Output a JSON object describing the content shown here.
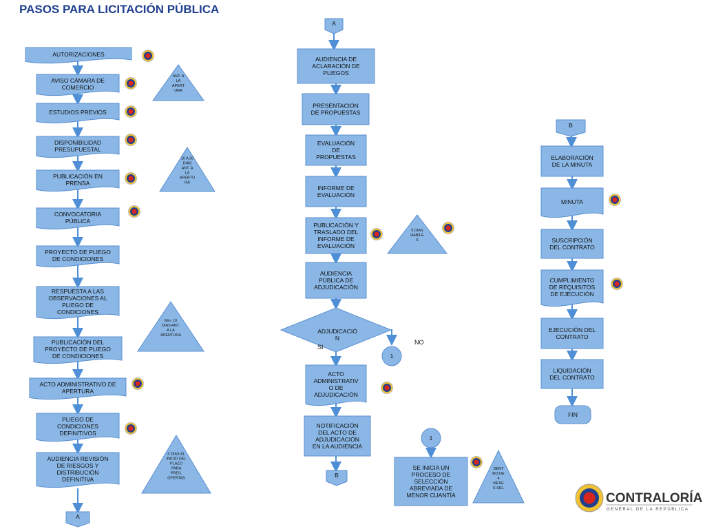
{
  "title": "PASOS PARA LICITACIÓN PÚBLICA",
  "colors": {
    "box_fill": "#8ab7e6",
    "box_stroke": "#5a8fd0",
    "arrow": "#4f8fd6",
    "title": "#1f3f8f"
  },
  "col1": [
    {
      "lines": [
        "AUTORIZACIONES"
      ],
      "seal": true
    },
    {
      "lines": [
        "AVISO CÁMARA DE",
        "COMERCIO"
      ],
      "seal": true
    },
    {
      "lines": [
        "ESTUDIOS PREVIOS"
      ],
      "seal": true
    },
    {
      "lines": [
        "DISPONIBILIDAD",
        "PRESUPUESTAL"
      ],
      "seal": true
    },
    {
      "lines": [
        "PUBLICACIÓN EN",
        "PRENSA"
      ],
      "seal": true
    },
    {
      "lines": [
        "CONVOCATORIA",
        "PÚBLICA"
      ],
      "seal": true
    },
    {
      "lines": [
        "PROYECTO DE PLIEGO",
        "DE CONDICIONES"
      ],
      "seal": false
    },
    {
      "lines": [
        "RESPUESTA A LAS",
        "OBSERVACIONES AL",
        "PLIEGO DE",
        "CONDICIONES"
      ],
      "seal": false
    },
    {
      "lines": [
        "PUBLICACIÓN DEL",
        "PROYECTO DE PLIEGO",
        "DE CONDICIONES"
      ],
      "seal": false
    },
    {
      "lines": [
        "ACTO ADMINISTRATIVO DE",
        "APERTURA"
      ],
      "seal": true
    },
    {
      "lines": [
        "PLIEGO DE",
        "CONDICIONES",
        "DEFINITIVOS"
      ],
      "seal": true
    },
    {
      "lines": [
        "AUDIENCIA REVISIÓN",
        "DE RIESGOS Y",
        "DISTRIBUCIÓN",
        "DEFINITIVA"
      ],
      "seal": false
    }
  ],
  "col1_connector": "A",
  "col1_notes": [
    {
      "lines": [
        "ANT. A",
        "LA",
        "APERT",
        "URA"
      ]
    },
    {
      "lines": [
        "10 A 20",
        "DIAS",
        "ANT. A",
        "LA",
        "APERTU",
        "RA"
      ]
    },
    {
      "lines": [
        "Min. 10",
        "DIAS ANT.",
        "A LA",
        "APERTURA"
      ]
    },
    {
      "lines": [
        "3 DIAS AL",
        "INICIO DEL",
        "PLAZO",
        "PARA",
        "PRES.",
        "OFERTAS"
      ]
    }
  ],
  "col2_top_connector": "A",
  "col2": [
    {
      "lines": [
        "AUDIENCIA DE",
        "ACLARACIÓN DE",
        "PLIEGOS"
      ],
      "seal": false
    },
    {
      "lines": [
        "PRESENTACIÓN",
        "DE PROPUESTAS"
      ],
      "seal": false
    },
    {
      "lines": [
        "EVALUACIÓN",
        "DE",
        "PROPUESTAS"
      ],
      "seal": false
    },
    {
      "lines": [
        "INFORME DE",
        "EVALUACIÓN"
      ],
      "seal": false
    },
    {
      "lines": [
        "PUBLICACIÓN Y",
        "TRASLADO DEL",
        "INFORME DE",
        "EVALUACIÓN"
      ],
      "seal": true
    },
    {
      "lines": [
        "AUDIENCIA",
        "PÚBLICA DE",
        "ADJUDICACIÓN"
      ],
      "seal": false
    }
  ],
  "col2_note": {
    "lines": [
      "5  DIAS",
      "HÁBILE",
      "S"
    ]
  },
  "decision": {
    "lines": [
      "ADJUDICACIÓ",
      "N"
    ],
    "yes": "SI",
    "no": "NO",
    "no_connector": "1"
  },
  "col2_after": [
    {
      "lines": [
        "ACTO",
        "ADMINISTRATIV",
        "O DE",
        "ADJUDICACIÓN"
      ],
      "seal": true
    },
    {
      "lines": [
        "NOTIFICACIÓN",
        "DEL ACTO DE",
        "ADJUDICACIÓN",
        "EN LA AUDIENCIA"
      ],
      "seal": false
    }
  ],
  "col2_bottom_connector": "B",
  "branch": {
    "connector": "1",
    "box_lines": [
      "SE INICIA UN",
      "PROCESO DE",
      "SELECCIÓN",
      "ABREVIADA DE",
      "MENOR CUANTÍA"
    ],
    "note_lines": [
      "DENT",
      "RO DE",
      "4",
      "MESE",
      "S SIG."
    ]
  },
  "col3_connector": "B",
  "col3": [
    {
      "lines": [
        "ELABORACIÓN",
        "DE LA MINUTA"
      ],
      "seal": false
    },
    {
      "lines": [
        "MINUTA"
      ],
      "seal": true
    },
    {
      "lines": [
        "SUSCRIPCIÓN",
        "DEL CONTRATO"
      ],
      "seal": false
    },
    {
      "lines": [
        "CUMPLIMIENTO",
        "DE REQUISITOS",
        "DE EJECUCIÓN"
      ],
      "seal": true
    },
    {
      "lines": [
        "EJECUCIÓN DEL",
        "CONTRATO"
      ],
      "seal": false
    },
    {
      "lines": [
        "LIQUIDACIÓN",
        "DEL CONTRATO"
      ],
      "seal": false
    }
  ],
  "col3_end": "FIN",
  "logo": {
    "name": "CONTRALORÍA",
    "subtitle": "GENERAL DE LA REPÚBLICA"
  }
}
